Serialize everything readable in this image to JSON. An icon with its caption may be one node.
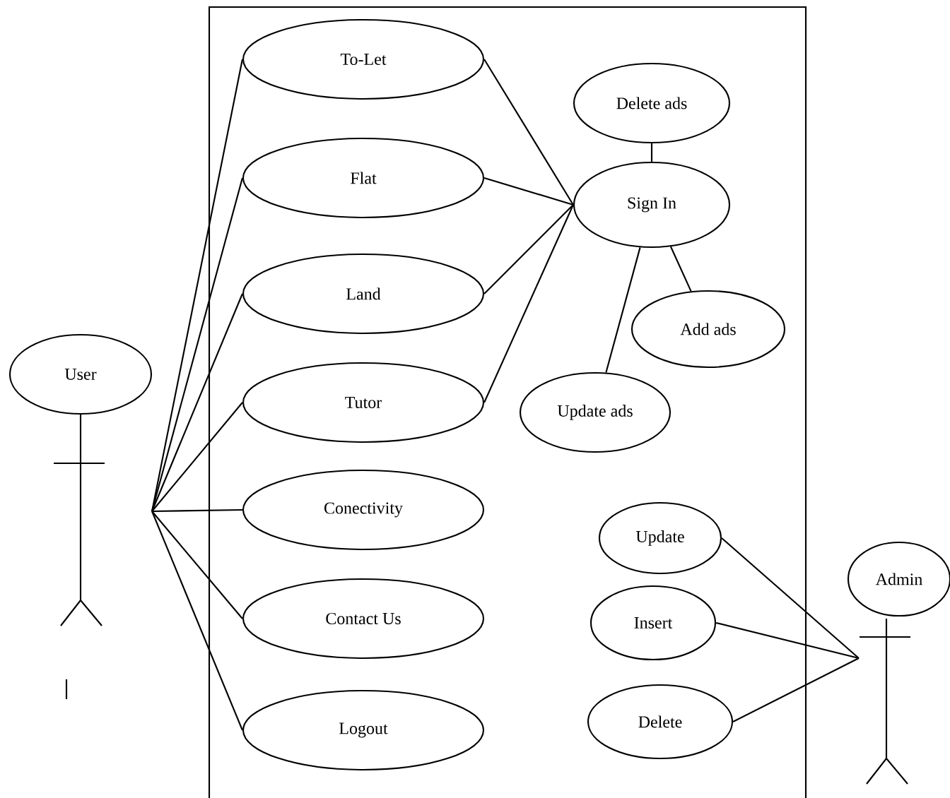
{
  "diagram": {
    "nodes": [
      {
        "text": [
          "User"
        ]
      },
      {
        "text": [],
        "shape": "person"
      },
      {
        "text": [
          "To-Let"
        ]
      },
      {
        "text": [
          "Delete ads"
        ]
      },
      {
        "text": [
          "Flat"
        ]
      },
      {
        "text": [
          "Sign In"
        ]
      },
      {
        "text": [
          "Land"
        ]
      },
      {
        "text": [
          "Add ads"
        ]
      },
      {
        "text": [
          "Tutor"
        ]
      },
      {
        "text": [
          "Update ads"
        ]
      },
      {
        "text": [
          "Conectivity"
        ]
      },
      {
        "text": [
          "Update"
        ]
      },
      {
        "text": [
          "Admin"
        ]
      },
      {
        "text": [
          "Contact Us"
        ]
      },
      {
        "text": [
          "Insert"
        ]
      },
      {
        "text": [
          "Logout"
        ]
      },
      {
        "text": [
          "Delete"
        ]
      },
      {
        "text": [],
        "shape": "person"
      }
    ],
    "edges": [
      {
        "from": 1,
        "to": 2,
        "arrow": "none"
      },
      {
        "from": 1,
        "to": 4,
        "arrow": "none"
      },
      {
        "from": 1,
        "to": 6,
        "arrow": "none"
      },
      {
        "from": 1,
        "to": 8,
        "arrow": "none"
      },
      {
        "from": 1,
        "to": 10,
        "arrow": "none"
      },
      {
        "from": 1,
        "to": 13,
        "arrow": "none"
      },
      {
        "from": 1,
        "to": 15,
        "arrow": "none"
      },
      {
        "from": 2,
        "to": 5,
        "arrow": "none"
      },
      {
        "from": 4,
        "to": 5,
        "arrow": "none"
      },
      {
        "from": 6,
        "to": 5,
        "arrow": "none"
      },
      {
        "from": 8,
        "to": 5,
        "arrow": "none"
      },
      {
        "from": 5,
        "to": 3,
        "arrow": "none"
      },
      {
        "from": 5,
        "to": 7,
        "arrow": "none"
      },
      {
        "from": 5,
        "to": 9,
        "arrow": "none"
      },
      {
        "from": 17,
        "to": 11,
        "arrow": "none"
      },
      {
        "from": 17,
        "to": 14,
        "arrow": "none"
      },
      {
        "from": 17,
        "to": 16,
        "arrow": "none"
      }
    ]
  }
}
